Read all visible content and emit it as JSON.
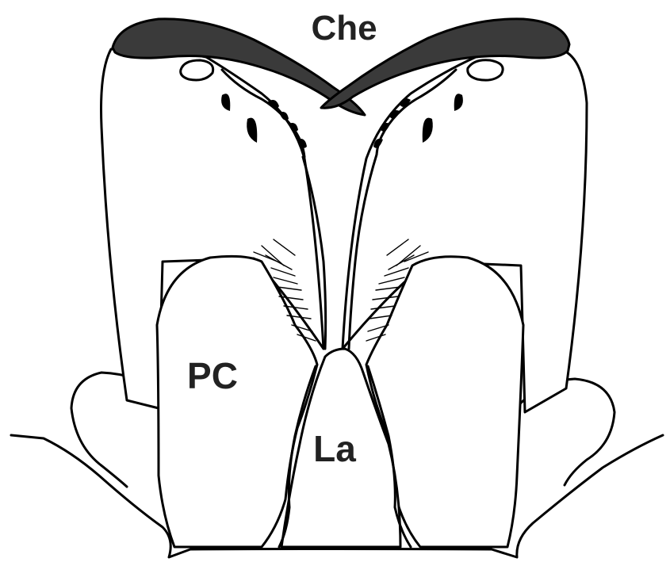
{
  "labels": {
    "chelicerae": "Che",
    "pedipalp_coxa": "PC",
    "labium": "La"
  },
  "colors": {
    "background": "#ffffff",
    "outline": "#000000",
    "fang_fill": "#3a3a3a",
    "label_text": "#222222"
  }
}
